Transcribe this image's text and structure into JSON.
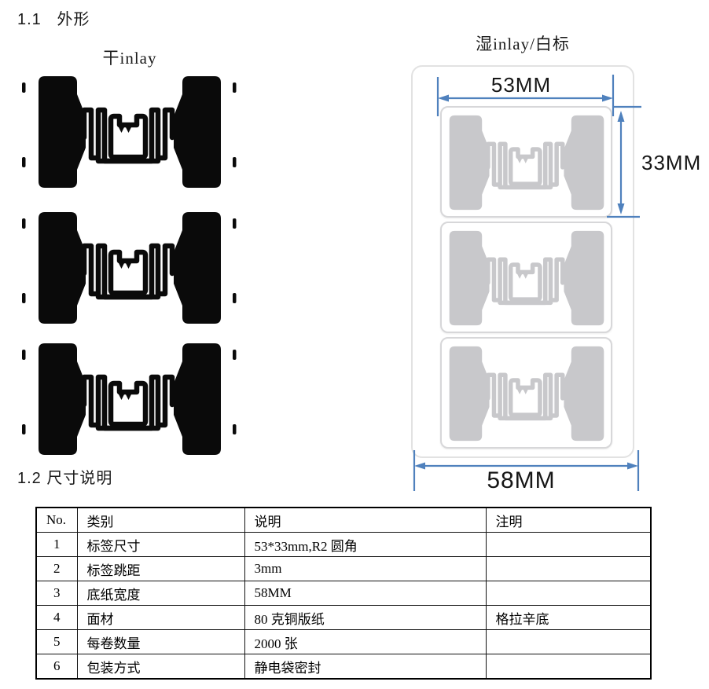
{
  "headings": {
    "outline": "1.1   外形",
    "dimensions": "1.2 尺寸说明"
  },
  "dry_inlay": {
    "title": "干inlay",
    "antenna_count": 3
  },
  "wet_inlay": {
    "title": "湿inlay/白标",
    "label_count": 3,
    "dimensions": {
      "label_width": "53MM",
      "label_height": "33MM",
      "liner_width": "58MM"
    }
  },
  "colors": {
    "dimension_blue": "#4f81bd",
    "dry_antenna": "#0a0a0a",
    "wet_antenna": "#c8c8cb"
  },
  "table": {
    "headers": [
      "No.",
      "类别",
      "说明",
      "注明"
    ],
    "rows": [
      {
        "no": "1",
        "category": "标签尺寸",
        "description": "53*33mm,R2 圆角",
        "note": ""
      },
      {
        "no": "2",
        "category": "标签跳距",
        "description": "3mm",
        "note": ""
      },
      {
        "no": "3",
        "category": "底纸宽度",
        "description": "58MM",
        "note": ""
      },
      {
        "no": "4",
        "category": "面材",
        "description": "80 克铜版纸",
        "note": "格拉辛底"
      },
      {
        "no": "5",
        "category": "每卷数量",
        "description": "2000 张",
        "note": ""
      },
      {
        "no": "6",
        "category": "包装方式",
        "description": "静电袋密封",
        "note": ""
      }
    ]
  }
}
